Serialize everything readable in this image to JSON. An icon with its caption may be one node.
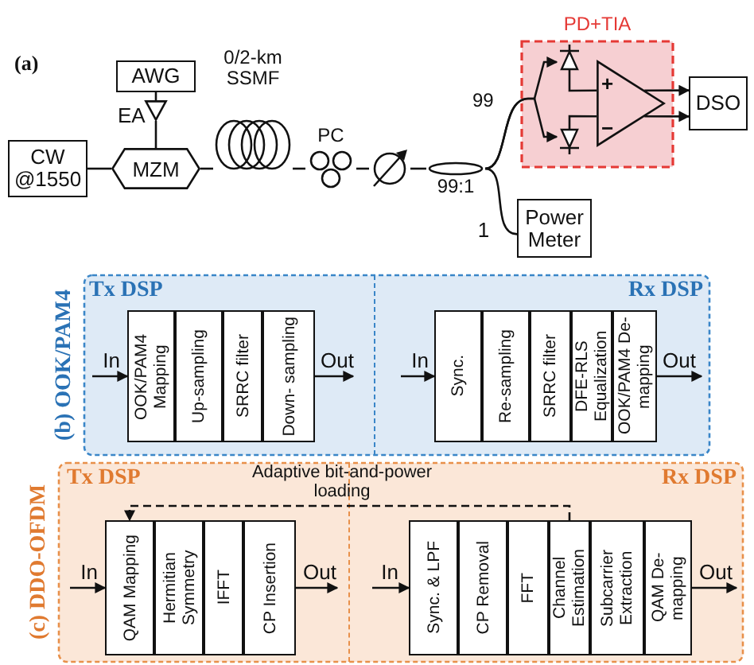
{
  "diagram": {
    "nodes": [
      {
        "text": [
          "CW @1550"
        ]
      },
      {
        "text": [
          "MZM"
        ]
      },
      {
        "text": [
          "AWG"
        ]
      },
      {
        "text": [],
        "shape": "triangle",
        "beside": [
          "EA"
        ]
      },
      {
        "text": [
          "0/2-km SSMF"
        ]
      },
      {
        "text": [
          "PC"
        ]
      },
      {
        "text": [],
        "shape": "circle"
      },
      {
        "text": [
          "99:1"
        ]
      },
      {
        "text": [
          "PD+TIA"
        ]
      },
      {
        "text": [],
        "shape": "diode",
        "in": 8
      },
      {
        "text": [],
        "shape": "diode",
        "in": 8
      },
      {
        "text": [],
        "shape": "triangle",
        "in": 8
      },
      {
        "text": [
          "DSO"
        ]
      },
      {
        "text": [
          "Power Meter"
        ]
      },
      {
        "text": [
          "(b) OOK/PAM4"
        ]
      },
      {
        "text": [
          "Tx DSP"
        ],
        "in": 14
      },
      {
        "text": [
          "OOK/PAM4 Mapping"
        ],
        "in": 15
      },
      {
        "text": [
          "Up-sampling"
        ],
        "in": 15
      },
      {
        "text": [
          "SRRC filter"
        ],
        "in": 15
      },
      {
        "text": [
          "Down- sampling"
        ],
        "in": 15
      },
      {
        "text": [
          "Rx DSP"
        ],
        "in": 14
      },
      {
        "text": [
          "Sync."
        ],
        "in": 20
      },
      {
        "text": [
          "Re-sampling"
        ],
        "in": 20
      },
      {
        "text": [
          "SRRC filter"
        ],
        "in": 20
      },
      {
        "text": [
          "DFE-RLS Equalization"
        ],
        "in": 20
      },
      {
        "text": [
          "OOK/PAM4 De-mapping"
        ],
        "in": 20
      },
      {
        "text": [
          "(c) DDO-OFDM"
        ]
      },
      {
        "text": [
          "Tx DSP"
        ],
        "in": 26
      },
      {
        "text": [
          "QAM Mapping"
        ],
        "in": 27
      },
      {
        "text": [
          "Hermitian Symmetry"
        ],
        "in": 27
      },
      {
        "text": [
          "IFFT"
        ],
        "in": 27
      },
      {
        "text": [
          "CP Insertion"
        ],
        "in": 27
      },
      {
        "text": [
          "Rx DSP"
        ],
        "in": 26
      },
      {
        "text": [
          "Sync. & LPF"
        ],
        "in": 32
      },
      {
        "text": [
          "CP Removal"
        ],
        "in": 32
      },
      {
        "text": [
          "FFT"
        ],
        "in": 32
      },
      {
        "text": [
          "Channel Estimation"
        ],
        "in": 32
      },
      {
        "text": [
          "Subcarrier Extraction"
        ],
        "in": 32
      },
      {
        "text": [
          "QAM De-mapping"
        ],
        "in": 32
      }
    ],
    "edges": [
      {
        "from": 0,
        "to": 1,
        "arrow": "none"
      },
      {
        "from": 2,
        "to": 3,
        "arrow": "none"
      },
      {
        "from": 3,
        "to": 1,
        "arrow": "none"
      },
      {
        "from": 1,
        "to": 4,
        "arrow": "none"
      },
      {
        "from": 4,
        "to": 5,
        "arrow": "none"
      },
      {
        "from": 5,
        "to": 6,
        "arrow": "none"
      },
      {
        "from": 6,
        "to": 7,
        "arrow": "none"
      },
      {
        "from": 7,
        "to": 9,
        "arrow": "to"
      },
      {
        "from": 7,
        "to": 10,
        "arrow": "to"
      },
      {
        "from": 7,
        "to": 13,
        "arrow": "none",
        "label": "1"
      },
      {
        "from": 9,
        "to": 11,
        "arrow": "none"
      },
      {
        "from": 10,
        "to": 11,
        "arrow": "none"
      },
      {
        "from": 11,
        "to": 12,
        "arrow": "to"
      },
      {
        "from": 11,
        "to": 12,
        "arrow": "to"
      },
      {
        "from": null,
        "to": 16,
        "arrow": "to",
        "label": "In"
      },
      {
        "from": 19,
        "to": null,
        "arrow": "to",
        "label": "Out"
      },
      {
        "from": null,
        "to": 21,
        "arrow": "to",
        "label": "In"
      },
      {
        "from": 25,
        "to": null,
        "arrow": "to",
        "label": "Out"
      },
      {
        "from": null,
        "to": 28,
        "arrow": "to",
        "label": "In"
      },
      {
        "from": 31,
        "to": null,
        "arrow": "to",
        "label": "Out"
      },
      {
        "from": null,
        "to": 33,
        "arrow": "to",
        "label": "In"
      },
      {
        "from": 38,
        "to": null,
        "arrow": "to",
        "label": "Out"
      },
      {
        "from": 36,
        "to": 28,
        "arrow": "to",
        "label": "Adaptive bit-and-power loading",
        "style": "dashed"
      }
    ],
    "labels": [
      "(a)",
      "99",
      "+",
      "−"
    ]
  }
}
